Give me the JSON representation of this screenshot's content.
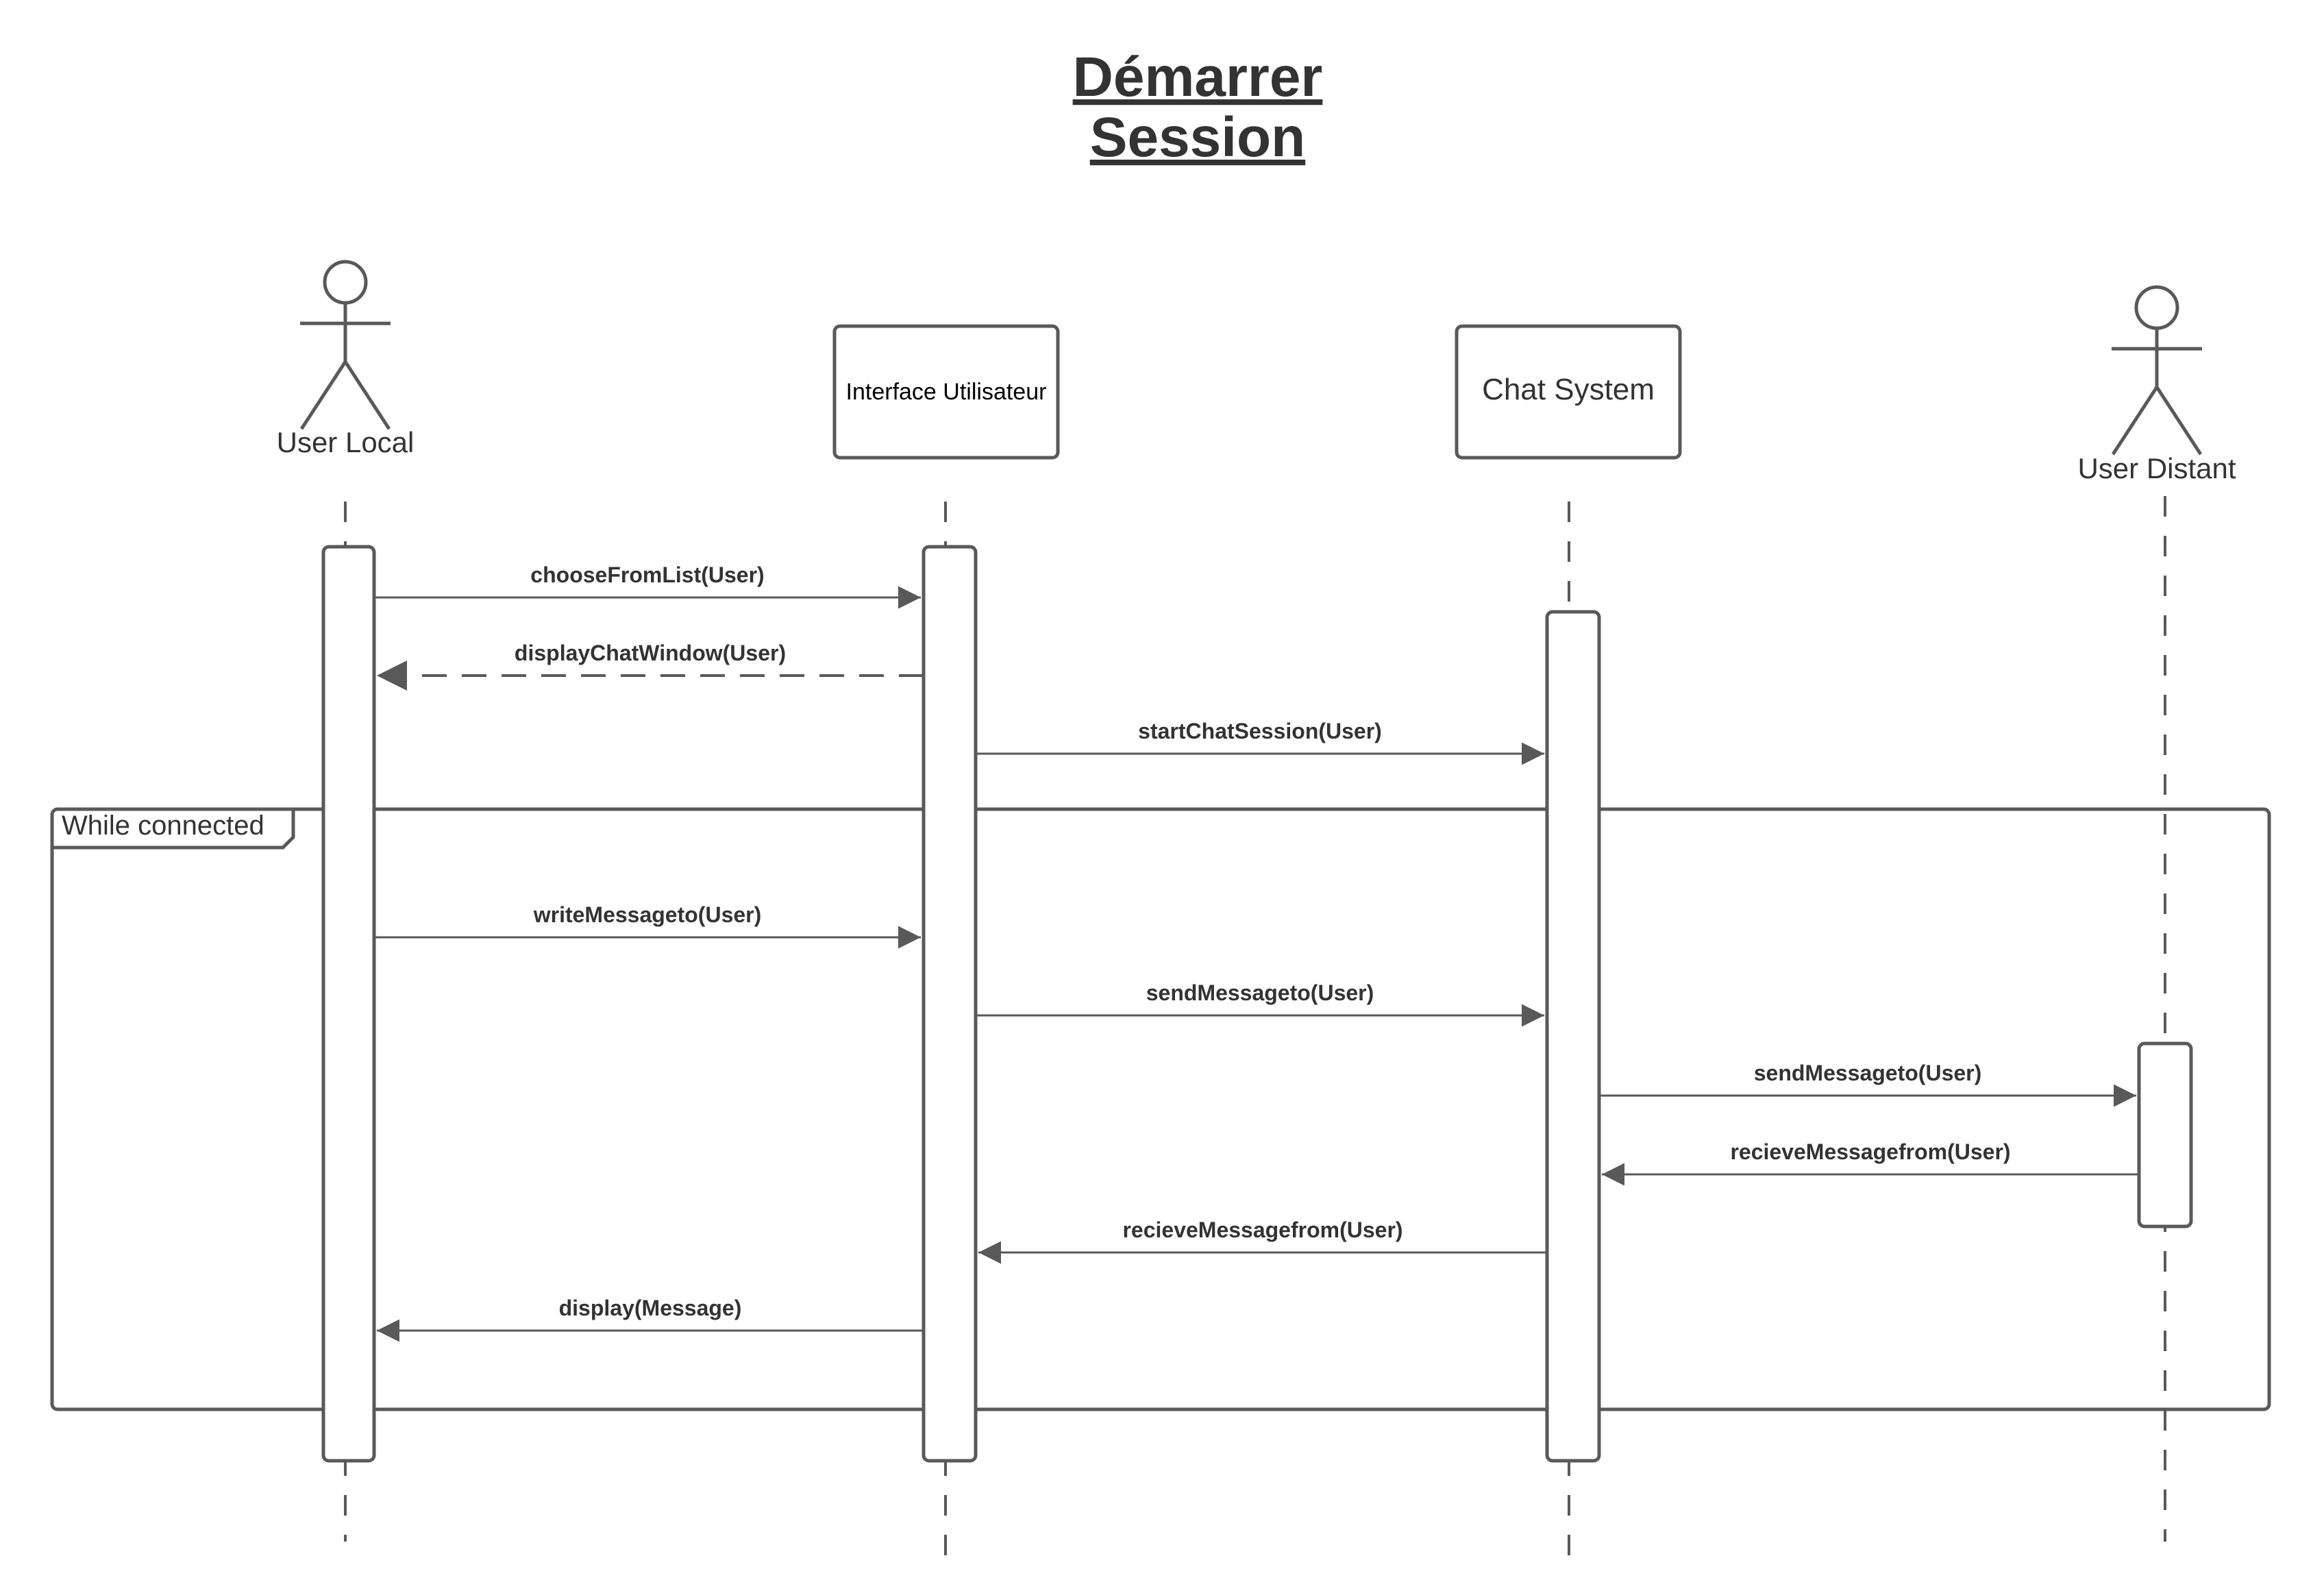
{
  "title": {
    "line1": "Démarrer",
    "line2": "Session"
  },
  "participants": {
    "user_local": "User Local",
    "interface": "Interface Utilisateur",
    "chat_system": "Chat System",
    "user_distant": "User Distant"
  },
  "frame": {
    "label": "While connected"
  },
  "messages": [
    {
      "label": "chooseFromList(User)",
      "from": "user_local",
      "to": "interface",
      "style": "solid"
    },
    {
      "label": "displayChatWindow(User)",
      "from": "interface",
      "to": "user_local",
      "style": "dashed"
    },
    {
      "label": "startChatSession(User)",
      "from": "interface",
      "to": "chat_system",
      "style": "solid"
    },
    {
      "label": "writeMessageto(User)",
      "from": "user_local",
      "to": "interface",
      "style": "solid"
    },
    {
      "label": "sendMessageto(User)",
      "from": "interface",
      "to": "chat_system",
      "style": "solid"
    },
    {
      "label": "sendMessageto(User)",
      "from": "chat_system",
      "to": "user_distant",
      "style": "solid"
    },
    {
      "label": "recieveMessagefrom(User)",
      "from": "user_distant",
      "to": "chat_system",
      "style": "solid"
    },
    {
      "label": "recieveMessagefrom(User)",
      "from": "chat_system",
      "to": "interface",
      "style": "solid"
    },
    {
      "label": "display(Message)",
      "from": "interface",
      "to": "user_local",
      "style": "solid"
    }
  ],
  "colors": {
    "stroke": "#595959",
    "text": "#333333",
    "background": "#ffffff"
  }
}
